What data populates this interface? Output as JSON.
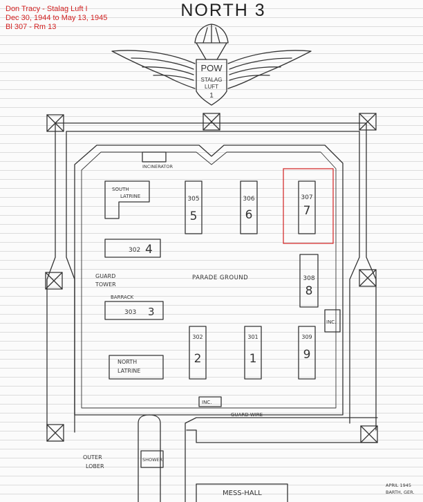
{
  "caption": {
    "line1": "Don Tracy - Stalag Luft I",
    "line2": "Dec 30, 1944 to May 13, 1945",
    "line3": "Bl 307 - Rm 13"
  },
  "title": "NORTH 3",
  "insignia": {
    "top": "POW",
    "middle": "STALAG",
    "lower": "LUFT",
    "number": "1"
  },
  "labels": {
    "incinerator": "INCINERATOR",
    "south_latrine_1": "SOUTH",
    "south_latrine_2": "LATRINE",
    "guard_tower_1": "GUARD",
    "guard_tower_2": "TOWER",
    "parade_ground": "PARADE GROUND",
    "barrack": "BARRACK",
    "north_latrine_1": "NORTH",
    "north_latrine_2": "LATRINE",
    "inc_small": "INC.",
    "inc_bottom": "INC.",
    "guard_wire": "GUARD WIRE",
    "outer_lober_1": "OUTER",
    "outer_lober_2": "LOBER",
    "shower": "SHOWER",
    "mess_hall": "MESS-HALL",
    "signature_1": "APRIL 1945",
    "signature_2": "BARTH, GER."
  },
  "blocks": {
    "b305": {
      "number": "305",
      "index": "5"
    },
    "b306": {
      "number": "306",
      "index": "6"
    },
    "b307": {
      "number": "307",
      "index": "7"
    },
    "b302h": {
      "number": "302",
      "index": "4"
    },
    "b308": {
      "number": "308",
      "index": "8"
    },
    "b303": {
      "number": "303",
      "index": "3"
    },
    "b302": {
      "number": "302",
      "index": "2"
    },
    "b301": {
      "number": "301",
      "index": "1"
    },
    "b309": {
      "number": "309",
      "index": "9"
    }
  },
  "colors": {
    "ink": "#333333",
    "highlight": "#d11f1f",
    "caption": "#d11f1f"
  }
}
